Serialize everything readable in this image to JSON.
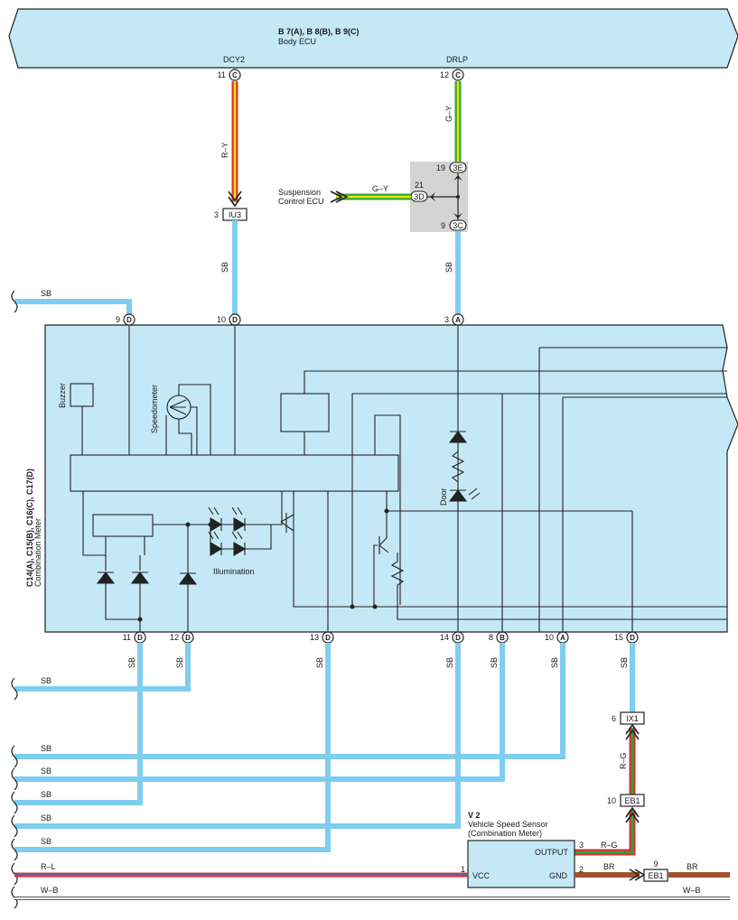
{
  "body_ecu": {
    "title": "B 7(A), B 8(B), B 9(C)",
    "subtitle": "Body ECU",
    "pin_dcy2": {
      "name": "DCY2",
      "num": "11",
      "conn": "C"
    },
    "pin_drlp": {
      "name": "DRLP",
      "num": "12",
      "conn": "C"
    }
  },
  "junction": {
    "pin_3e": {
      "num": "19",
      "id": "3E"
    },
    "pin_3d": {
      "num": "21",
      "id": "3D"
    },
    "pin_3c": {
      "num": "9",
      "id": "3C"
    }
  },
  "suspension": {
    "line1": "Suspension",
    "line2": "Control ECU"
  },
  "iu3": {
    "num": "3",
    "id": "IU3"
  },
  "meter": {
    "title": "C14(A), C15(B), C16(C), C17(D)",
    "subtitle": "Combination Meter",
    "buzzer": "Buzzer",
    "speedometer": "Speedometer",
    "illumination": "Illumination",
    "door": "Door",
    "top_pins": [
      {
        "num": "9",
        "conn": "D"
      },
      {
        "num": "10",
        "conn": "D"
      },
      {
        "num": "3",
        "conn": "A"
      }
    ],
    "bottom_pins": [
      {
        "num": "11",
        "conn": "D"
      },
      {
        "num": "12",
        "conn": "D"
      },
      {
        "num": "13",
        "conn": "D"
      },
      {
        "num": "14",
        "conn": "D"
      },
      {
        "num": "8",
        "conn": "B"
      },
      {
        "num": "10",
        "conn": "A"
      },
      {
        "num": "15",
        "conn": "D"
      }
    ]
  },
  "wires": {
    "r_y": "R–Y",
    "g_y": "G–Y",
    "g_y2": "G–Y",
    "sb": "SB",
    "r_g": "R–G",
    "r_g2": "R–G",
    "r_l": "R–L",
    "w_b": "W–B",
    "br": "BR",
    "br2": "BR"
  },
  "ix1": {
    "num": "6",
    "id": "IX1"
  },
  "eb1_upper": {
    "num": "10",
    "id": "EB1"
  },
  "eb1_lower": {
    "num": "9",
    "id": "EB1"
  },
  "sensor": {
    "title": "V 2",
    "line1": "Vehicle Speed Sensor",
    "line2": "(Combination Meter)",
    "output": "OUTPUT",
    "vcc": "VCC",
    "gnd": "GND",
    "pin_output": "3",
    "pin_vcc": "1",
    "pin_gnd": "2"
  },
  "colors": {
    "panel_fill": "#c5e8f7",
    "wire_sb": "#7fcdef",
    "wire_red": "#e03030",
    "wire_yellow": "#f2e000",
    "wire_green": "#2aa83a",
    "wire_brown": "#a0522d",
    "wire_blue": "#4a6bd0",
    "junction_gray": "#d4d4d4"
  }
}
